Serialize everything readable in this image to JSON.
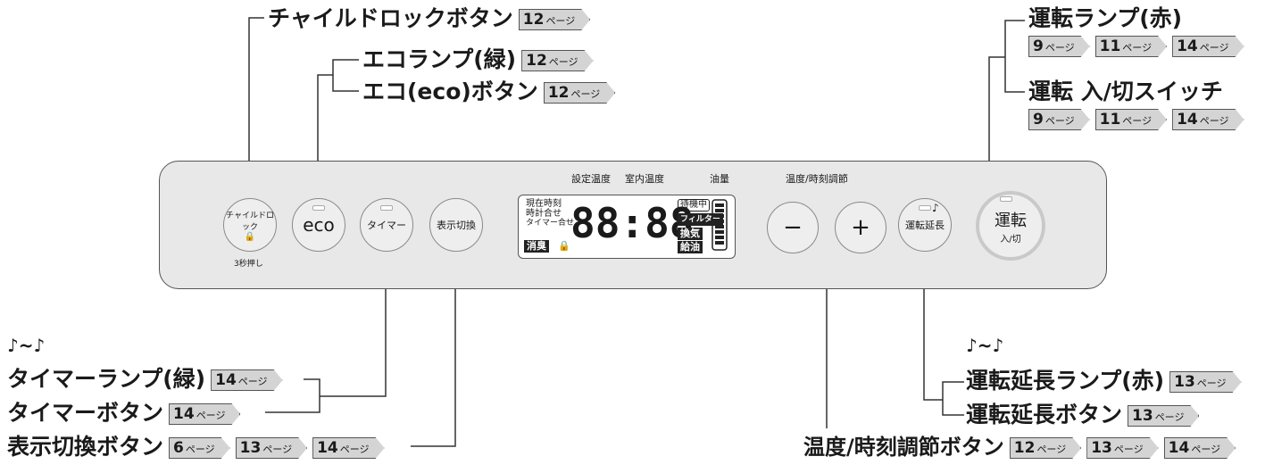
{
  "callouts": {
    "child_lock_button": {
      "label": "チャイルドロックボタン",
      "refs": [
        "12"
      ]
    },
    "eco_lamp": {
      "label": "エコランプ(緑)",
      "refs": [
        "12"
      ]
    },
    "eco_button": {
      "label": "エコ(eco)ボタン",
      "refs": [
        "12"
      ]
    },
    "run_lamp": {
      "label": "運転ランプ(赤)",
      "refs": [
        "9",
        "11",
        "14"
      ]
    },
    "run_switch": {
      "label": "運転 入/切スイッチ",
      "refs": [
        "9",
        "11",
        "14"
      ]
    },
    "timer_lamp": {
      "label": "タイマーランプ(緑)",
      "refs": [
        "14"
      ]
    },
    "timer_button": {
      "label": "タイマーボタン",
      "refs": [
        "14"
      ]
    },
    "display_switch_button": {
      "label": "表示切換ボタン",
      "refs": [
        "6",
        "13",
        "14"
      ]
    },
    "extension_lamp": {
      "label": "運転延長ランプ(赤)",
      "refs": [
        "13"
      ]
    },
    "extension_button": {
      "label": "運転延長ボタン",
      "refs": [
        "13"
      ]
    },
    "temp_time_button": {
      "label": "温度/時刻調節ボタン",
      "refs": [
        "12",
        "13",
        "14"
      ]
    }
  },
  "page_unit": "ページ",
  "sound_mark_left": "♪~♪",
  "sound_mark_right": "♪~♪",
  "panel": {
    "child_lock": {
      "label": "チャイルドロック",
      "sub": "3秒押し"
    },
    "eco": "eco",
    "timer": "タイマー",
    "display_switch": "表示切換",
    "minus": "−",
    "plus": "+",
    "extension": "運転延長",
    "run": {
      "main": "運転",
      "sub": "入/切"
    },
    "labels": {
      "set_temp": "設定温度",
      "room_temp": "室内温度",
      "oil": "油量",
      "temp_time_adjust": "温度/時刻調節"
    }
  },
  "lcd": {
    "left_labels": [
      "現在時刻",
      "時計合せ",
      "タイマー合せ"
    ],
    "deodorize": "消臭",
    "digits": "88:88",
    "right_tags": [
      "待機中",
      "フィルター",
      "換気",
      "給油"
    ]
  }
}
